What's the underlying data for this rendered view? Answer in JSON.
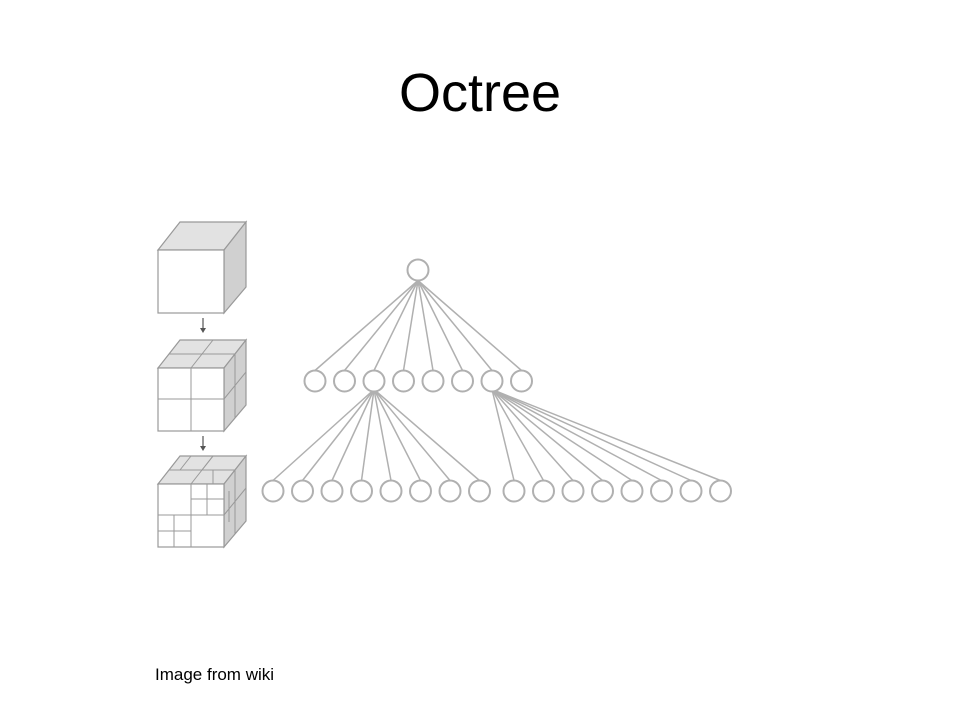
{
  "slide": {
    "title": "Octree",
    "caption": "Image from wiki"
  },
  "diagram": {
    "root_children_count": 8,
    "expanded_children": [
      {
        "parent_index": 2,
        "children_count": 8
      },
      {
        "parent_index": 6,
        "children_count": 8
      }
    ],
    "cube_levels": [
      {
        "subdivision": "none"
      },
      {
        "subdivision": "2x2x2"
      },
      {
        "subdivision": "partial 4x4x4"
      }
    ]
  }
}
